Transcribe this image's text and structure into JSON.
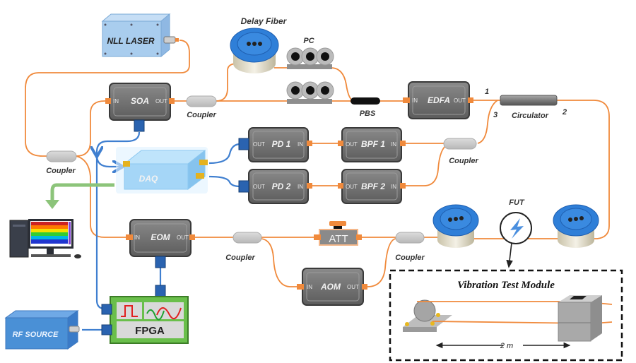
{
  "diagram": {
    "title": "Phase-sensitive OTDR vibration sensing setup",
    "colors": {
      "fiber": "#f08a3c",
      "electrical": "#3f7fd0",
      "data_arrow": "#8cc47a",
      "device_body": "#6b6b6b",
      "laser_box": "#a9cdee",
      "rf_box": "#4a90d6",
      "fpga_board": "#6abf4b",
      "spool": "#2f7fd8"
    },
    "nodes": {
      "laser": {
        "label": "NLL LASER"
      },
      "soa": {
        "label": "SOA",
        "in": "IN",
        "out": "OUT"
      },
      "coupler_soa": {
        "label": "Coupler"
      },
      "delay_fiber": {
        "label": "Delay Fiber"
      },
      "pc": {
        "label": "PC"
      },
      "pbs": {
        "label": "PBS"
      },
      "edfa": {
        "label": "EDFA",
        "in": "IN",
        "out": "OUT"
      },
      "circulator": {
        "label": "Circulator",
        "port1": "1",
        "port2": "2",
        "port3": "3"
      },
      "coupler_left": {
        "label": "Coupler"
      },
      "daq": {
        "label": "DAQ"
      },
      "pd1": {
        "label": "PD 1",
        "in": "IN",
        "out": "OUT"
      },
      "pd2": {
        "label": "PD 2",
        "in": "IN",
        "out": "OUT"
      },
      "bpf1": {
        "label": "BPF 1",
        "in": "IN",
        "out": "OUT"
      },
      "bpf2": {
        "label": "BPF 2",
        "in": "IN",
        "out": "OUT"
      },
      "coupler_bpf": {
        "label": "Coupler"
      },
      "eom": {
        "label": "EOM",
        "in": "IN",
        "out": "OUT"
      },
      "coupler_eom": {
        "label": "Coupler"
      },
      "att": {
        "label": "ATT"
      },
      "aom": {
        "label": "AOM",
        "in": "IN",
        "out": "OUT"
      },
      "coupler_att": {
        "label": "Coupler"
      },
      "fut": {
        "label": "FUT"
      },
      "fpga": {
        "label": "FPGA"
      },
      "rf_source": {
        "label": "RF SOURCE"
      },
      "computer": {
        "label": "Computer"
      }
    },
    "vibration_module": {
      "title": "Vibration Test Module",
      "distance": "2 m"
    }
  }
}
